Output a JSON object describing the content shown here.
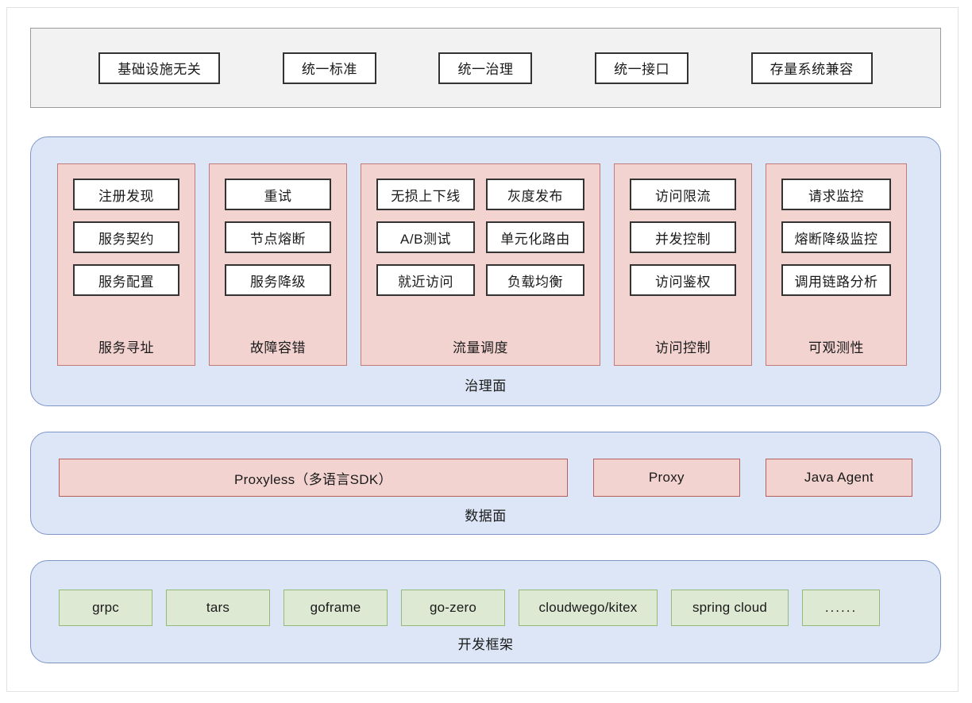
{
  "principles": {
    "items": [
      {
        "label": "基础设施无关"
      },
      {
        "label": "统一标准"
      },
      {
        "label": "统一治理"
      },
      {
        "label": "统一接口"
      },
      {
        "label": "存量系统兼容"
      }
    ]
  },
  "layers": {
    "governance": {
      "label": "治理面",
      "groups": [
        {
          "title": "服务寻址",
          "columns": [
            {
              "cells": [
                "注册发现",
                "服务契约",
                "服务配置"
              ]
            }
          ]
        },
        {
          "title": "故障容错",
          "columns": [
            {
              "cells": [
                "重试",
                "节点熔断",
                "服务降级"
              ]
            }
          ]
        },
        {
          "title": "流量调度",
          "columns": [
            {
              "cells": [
                "无损上下线",
                "A/B测试",
                "就近访问"
              ]
            },
            {
              "cells": [
                "灰度发布",
                "单元化路由",
                "负载均衡"
              ]
            }
          ]
        },
        {
          "title": "访问控制",
          "columns": [
            {
              "cells": [
                "访问限流",
                "并发控制",
                "访问鉴权"
              ]
            }
          ]
        },
        {
          "title": "可观测性",
          "columns": [
            {
              "cells": [
                "请求监控",
                "熔断降级监控",
                "调用链路分析"
              ]
            }
          ]
        }
      ]
    },
    "data_plane": {
      "label": "数据面",
      "items": [
        {
          "label": "Proxyless（多语言SDK）"
        },
        {
          "label": "Proxy"
        },
        {
          "label": "Java Agent"
        }
      ]
    },
    "framework": {
      "label": "开发框架",
      "items": [
        {
          "label": "grpc"
        },
        {
          "label": "tars"
        },
        {
          "label": "goframe"
        },
        {
          "label": "go-zero"
        },
        {
          "label": "cloudwego/kitex"
        },
        {
          "label": "spring cloud"
        },
        {
          "label": "......"
        }
      ]
    }
  },
  "colors": {
    "band_fill": "#f2f2f2",
    "band_border": "#9a9a9a",
    "layer_fill": "#dce6f6",
    "layer_border": "#7d96c8",
    "group_fill": "#f2d3d0",
    "group_border": "#c27b78",
    "cell_fill": "#ffffff",
    "cell_border": "#333333",
    "framework_fill": "#dee9d3",
    "framework_border": "#93ba77",
    "text": "#1a1a1a"
  }
}
